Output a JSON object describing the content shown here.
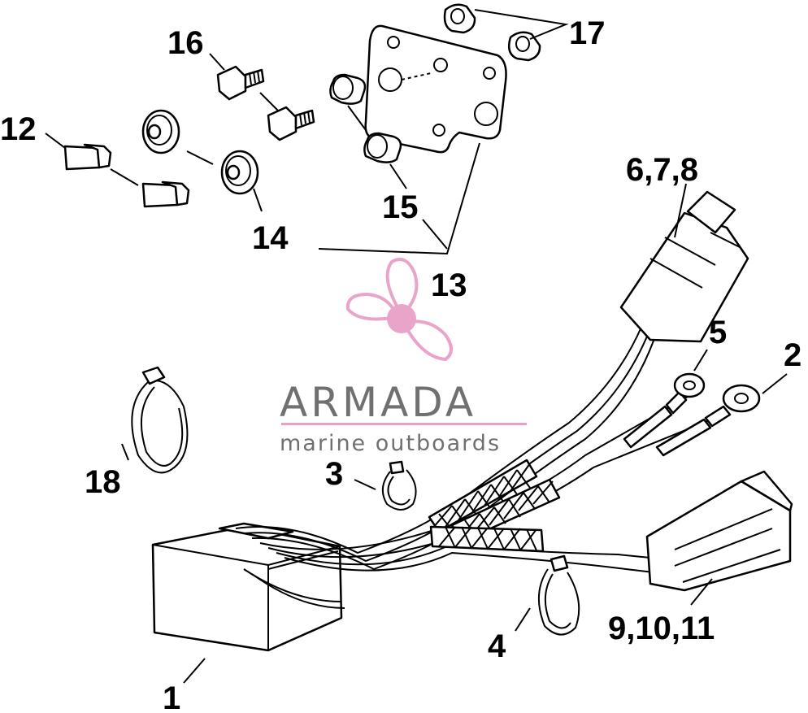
{
  "callouts": {
    "c1": "1",
    "c2": "2",
    "c3": "3",
    "c4": "4",
    "c5": "5",
    "c678": "6,7,8",
    "c91011": "9,10,11",
    "c12": "12",
    "c13": "13",
    "c14": "14",
    "c15": "15",
    "c16": "16",
    "c17": "17",
    "c18": "18"
  },
  "watermark": {
    "name": "ARMADA",
    "tagline": "marine outboards",
    "accent_color": "#e8a0c8",
    "text_color": "#707070"
  },
  "colors": {
    "line": "#000000",
    "background": "#ffffff"
  }
}
